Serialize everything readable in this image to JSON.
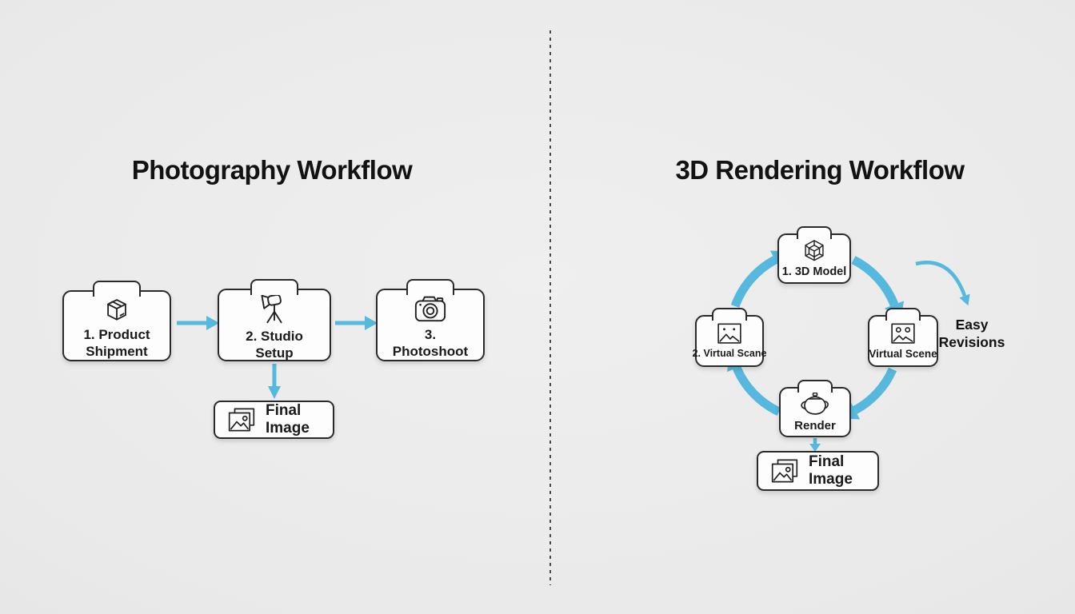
{
  "colors": {
    "background": "#eaeaea",
    "arrow_accent": "#56b8dd",
    "box_border": "#2a2a2a",
    "box_fill": "#fdfdfd",
    "text": "#1a1a1a"
  },
  "left_panel": {
    "title": "Photography Workflow",
    "steps": [
      {
        "label": "1. Product Shipment",
        "icon": "package-icon"
      },
      {
        "label": "2. Studio Setup",
        "icon": "studio-light-icon"
      },
      {
        "label": "3. Photoshoot",
        "icon": "camera-icon"
      }
    ],
    "result": {
      "label": "Final Image",
      "icon": "photo-stack-icon"
    }
  },
  "right_panel": {
    "title": "3D Rendering Workflow",
    "cycle": [
      {
        "label": "1. 3D Model",
        "icon": "wireframe-cube-icon"
      },
      {
        "label": "Virtual Scene",
        "icon": "image-circles-icon"
      },
      {
        "label": "Render",
        "icon": "teapot-icon"
      },
      {
        "label": "2. Virtual Scane",
        "icon": "image-dots-icon"
      }
    ],
    "annotation": "Easy Revisions",
    "result": {
      "label": "Final Image",
      "icon": "photo-stack-icon"
    }
  }
}
